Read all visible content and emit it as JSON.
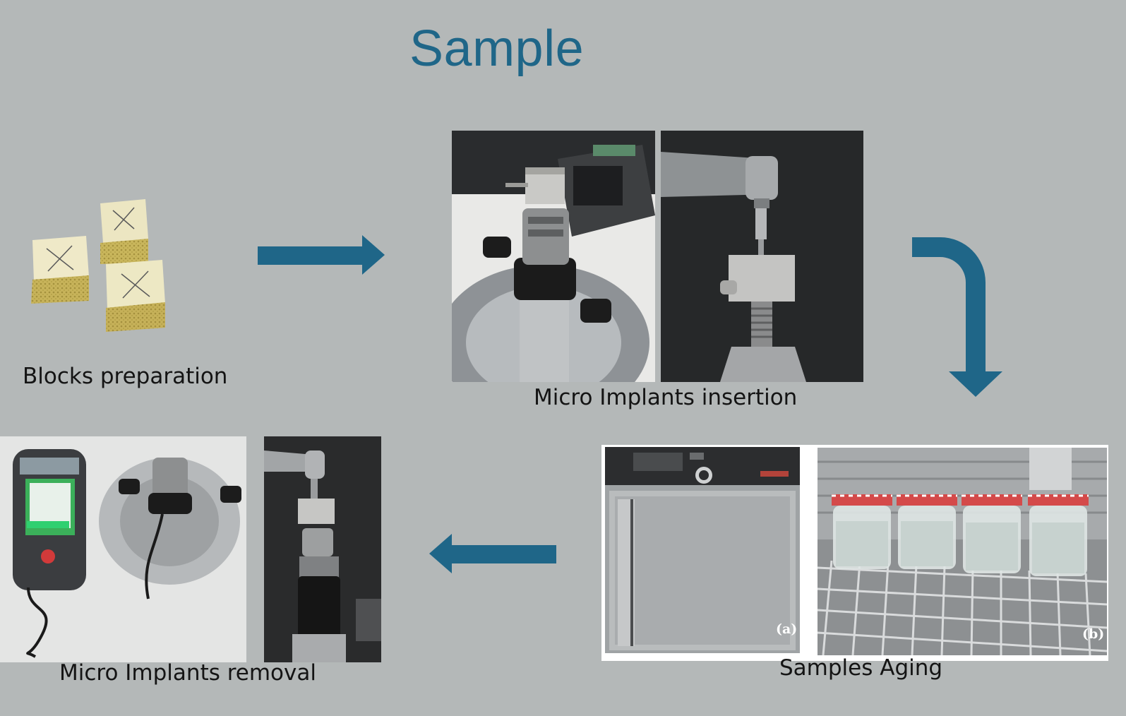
{
  "title": "Sample",
  "steps": {
    "blocks": {
      "label": "Blocks preparation"
    },
    "insertion": {
      "label": "Micro Implants insertion"
    },
    "aging": {
      "label": "Samples Aging",
      "photo_a_tag": "(a)",
      "photo_b_tag": "(b)"
    },
    "removal": {
      "label": "Micro Implants removal"
    }
  },
  "colors": {
    "accent": "#1f6688",
    "background": "#b4b8b8"
  },
  "icons": [
    "arrow-right-icon",
    "arrow-turn-down-icon",
    "arrow-left-icon"
  ]
}
